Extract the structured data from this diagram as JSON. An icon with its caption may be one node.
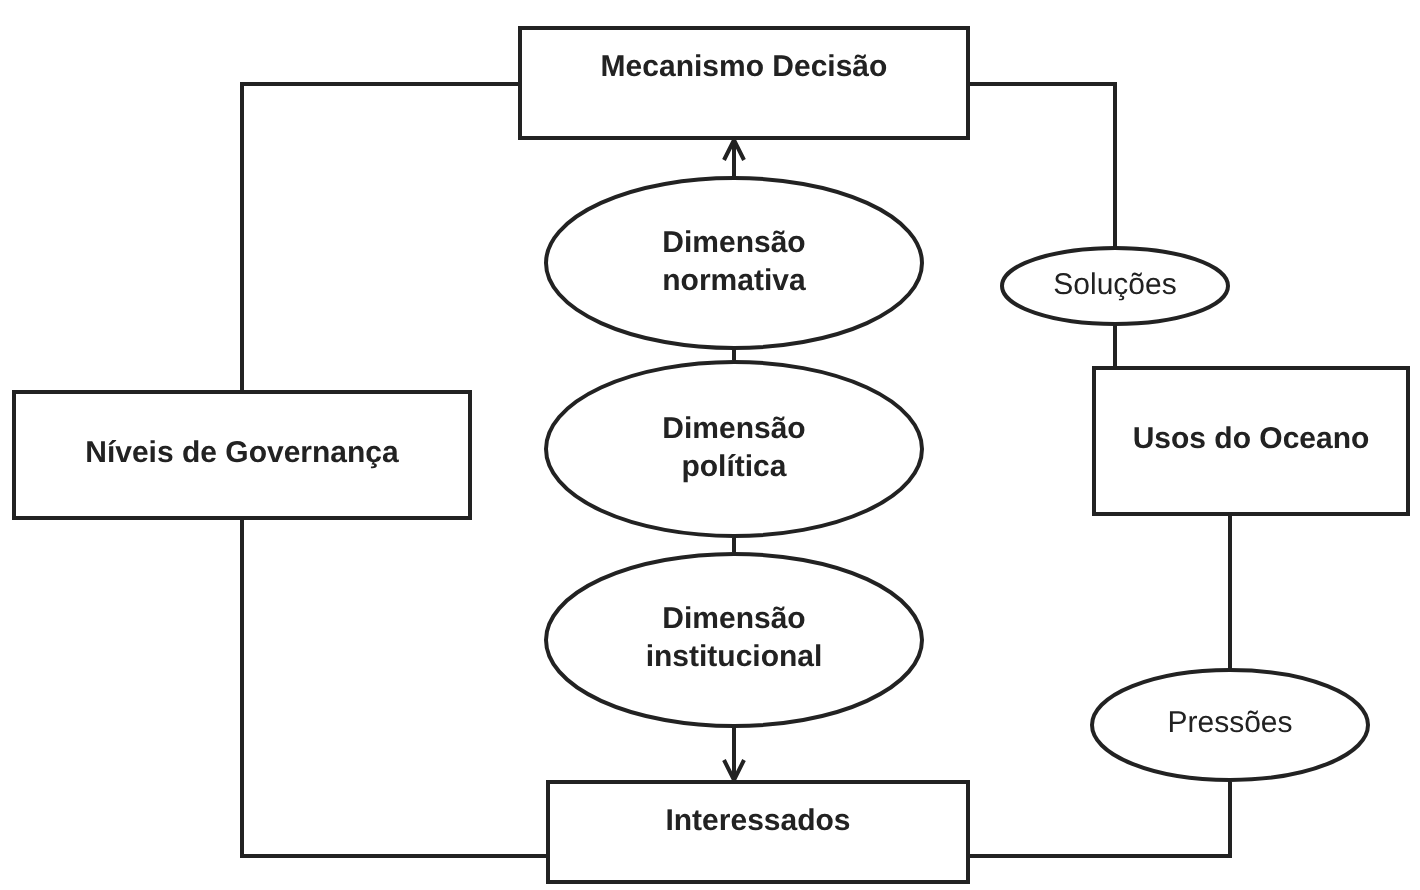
{
  "diagram": {
    "nodes": [
      {
        "text": [
          "Mecanismo Decisão"
        ]
      },
      {
        "text": [
          "Dimensão normativa"
        ]
      },
      {
        "text": [
          "Dimensão política"
        ]
      },
      {
        "text": [
          "Dimensão institucional"
        ]
      },
      {
        "text": [
          "Níveis de Governança"
        ]
      },
      {
        "text": [
          "Soluções"
        ]
      },
      {
        "text": [
          "Usos do Oceano"
        ]
      },
      {
        "text": [
          "Pressões"
        ]
      },
      {
        "text": [
          "Interessados"
        ]
      }
    ],
    "edges": [
      {
        "from": 1,
        "to": 0,
        "arrow": "to"
      },
      {
        "from": 1,
        "to": 2,
        "arrow": "none"
      },
      {
        "from": 2,
        "to": 3,
        "arrow": "none"
      },
      {
        "from": 3,
        "to": 8,
        "arrow": "to"
      },
      {
        "from": 4,
        "to": 0,
        "arrow": "none"
      },
      {
        "from": 4,
        "to": 8,
        "arrow": "none"
      },
      {
        "from": 0,
        "to": 5,
        "arrow": "none"
      },
      {
        "from": 5,
        "to": 6,
        "arrow": "none"
      },
      {
        "from": 6,
        "to": 7,
        "arrow": "none"
      },
      {
        "from": 7,
        "to": 8,
        "arrow": "none"
      }
    ]
  }
}
